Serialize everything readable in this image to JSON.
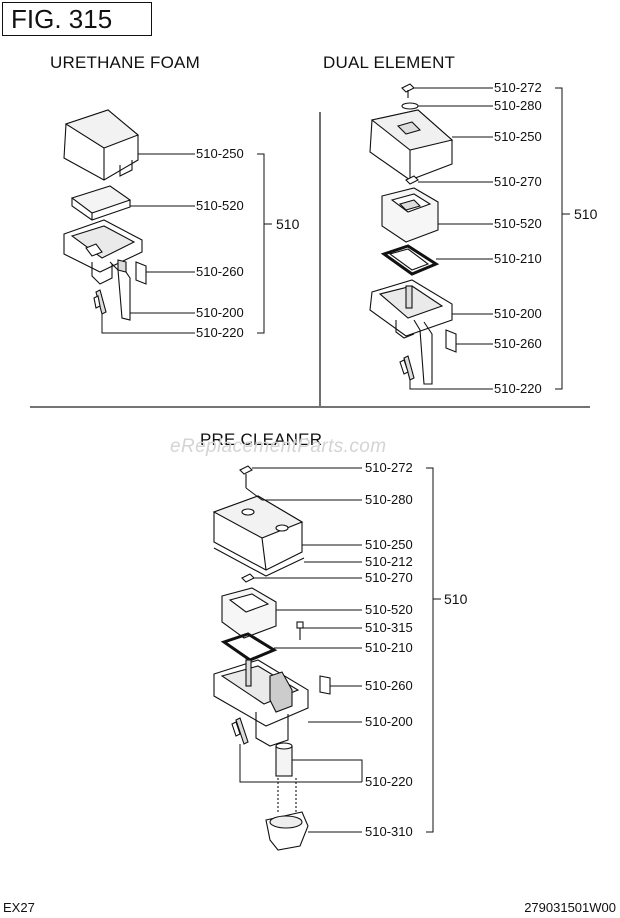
{
  "figure": {
    "label": "FIG. 315"
  },
  "sections": {
    "urethane": {
      "title": "URETHANE FOAM",
      "assembly": "510",
      "parts": [
        "510-250",
        "510-520",
        "510-260",
        "510-200",
        "510-220"
      ]
    },
    "dual": {
      "title": "DUAL ELEMENT",
      "assembly": "510",
      "parts": [
        "510-272",
        "510-280",
        "510-250",
        "510-270",
        "510-520",
        "510-210",
        "510-200",
        "510-260",
        "510-220"
      ]
    },
    "pre": {
      "title": "PRE CLEANER",
      "assembly": "510",
      "parts": [
        "510-272",
        "510-280",
        "510-250",
        "510-212",
        "510-270",
        "510-520",
        "510-315",
        "510-210",
        "510-260",
        "510-200",
        "510-220",
        "510-310"
      ]
    }
  },
  "watermark": "eReplacementParts.com",
  "footer": {
    "model": "EX27",
    "code": "279031501W00"
  }
}
